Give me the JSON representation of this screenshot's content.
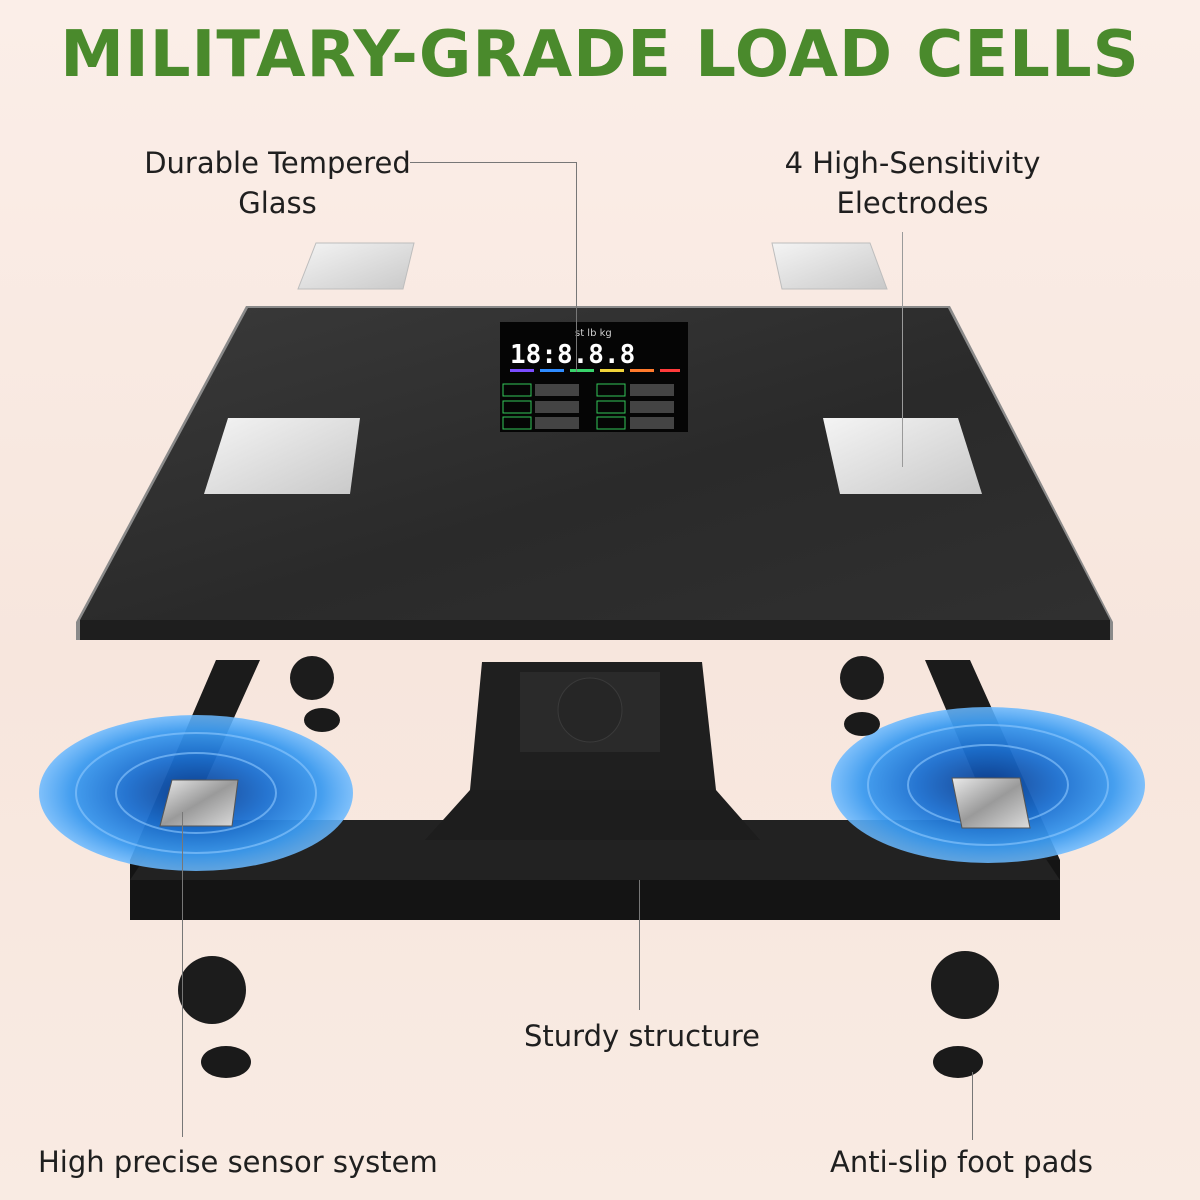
{
  "headline": "MILITARY-GRADE LOAD CELLS",
  "callouts": {
    "glass_line1": "Durable Tempered",
    "glass_line2": "Glass",
    "electrodes_line1": "4 High-Sensitivity",
    "electrodes_line2": "Electrodes",
    "structure": "Sturdy structure",
    "sensor": "High precise sensor system",
    "foot_pads": "Anti-slip foot pads"
  },
  "display": {
    "status_units": "st  lb  kg",
    "main_readout": "18:8.8.8"
  },
  "colors": {
    "headline": "#4a8a2c",
    "glass": "#2b2b2b",
    "frame": "#1b1b1b",
    "sensor_glow": "#1f7fe0"
  }
}
